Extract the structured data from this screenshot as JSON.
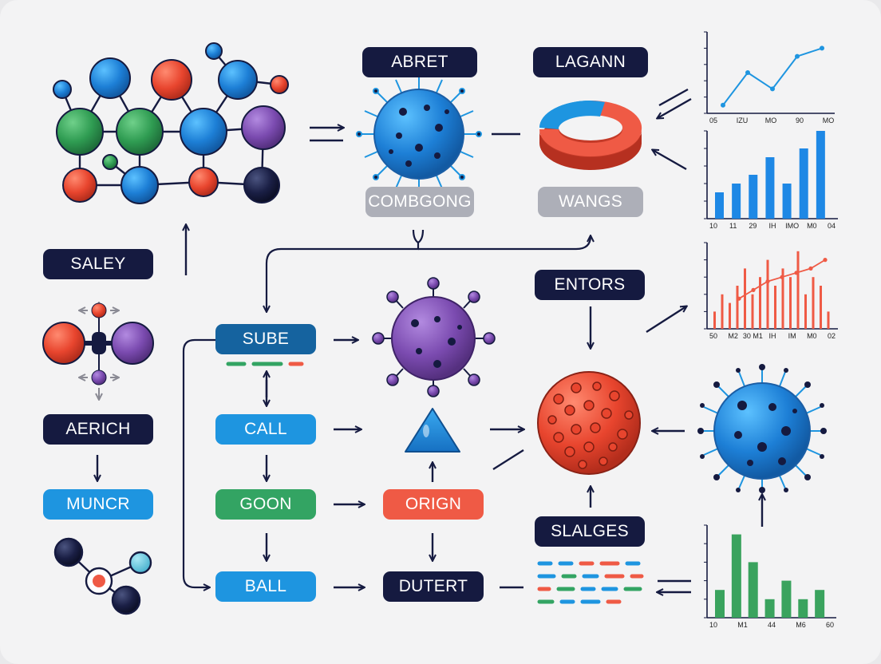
{
  "labels": {
    "abret": "ABRET",
    "lagann": "LAGANN",
    "combgong": "COMBGONG",
    "wangs": "WANGS",
    "saley": "SALEY",
    "aerich": "AERICH",
    "muncr": "MUNCR",
    "sube": "SUBE",
    "call": "CALL",
    "goon": "GOON",
    "ball": "BALL",
    "orign": "ORIGN",
    "dutert": "DUTERT",
    "entors": "ENTORS",
    "slalges": "SLALGES"
  },
  "colors": {
    "navy": "#151a40",
    "gray": "#adafb8",
    "cyan": "#1e95e0",
    "blue": "#15639f",
    "green": "#33a463",
    "coral": "#ef5a45",
    "purple": "#7b4bb0",
    "bar_blue": "#1e88e5",
    "bar_green": "#3aa35e"
  },
  "chart_data": [
    {
      "type": "line",
      "x": [
        "05",
        "IZU",
        "MO",
        "90",
        "MO"
      ],
      "values": [
        1,
        5,
        3,
        7,
        8
      ],
      "ylim": [
        0,
        10
      ]
    },
    {
      "type": "bar",
      "categories": [
        "10",
        "11",
        "29",
        "IH",
        "IMO",
        "M0",
        "04"
      ],
      "values": [
        3,
        4,
        5,
        7,
        4,
        8,
        10
      ],
      "ylim": [
        0,
        10
      ]
    },
    {
      "type": "bar",
      "categories": [
        "50",
        "M2",
        "30 M1",
        "IH",
        "IM",
        "M0",
        "02"
      ],
      "values": [
        2,
        4,
        3,
        5,
        7,
        4,
        6,
        8,
        5,
        7,
        6,
        9,
        4,
        6,
        5,
        2
      ],
      "line": [
        3.5,
        4.5,
        5.5,
        6,
        6.5,
        7,
        8
      ],
      "ylim": [
        0,
        10
      ]
    },
    {
      "type": "bar",
      "categories": [
        "10",
        "M1",
        "44",
        "M6",
        "60"
      ],
      "values": [
        3,
        9,
        6,
        2,
        4,
        2,
        3
      ],
      "ylim": [
        0,
        10
      ]
    }
  ]
}
